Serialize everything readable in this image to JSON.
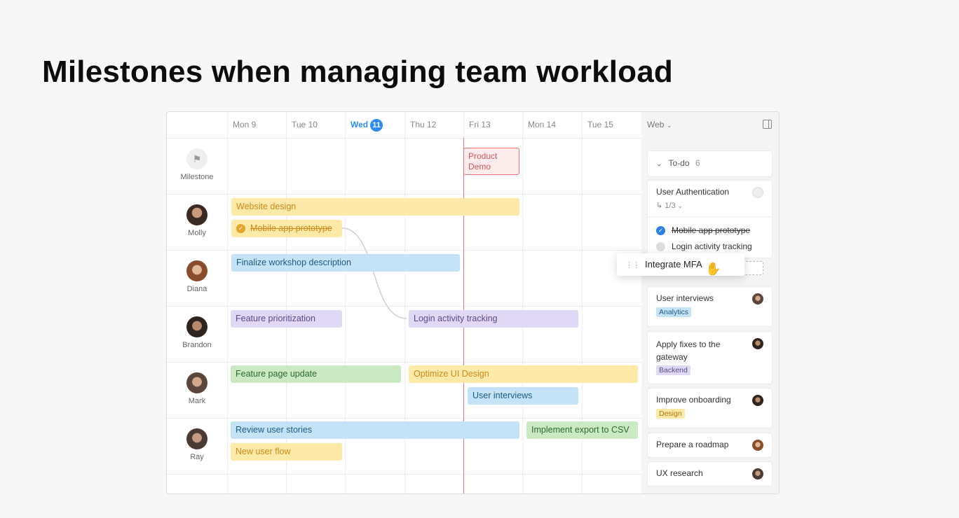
{
  "page_title": "Milestones when managing team workload",
  "timeline": {
    "days": [
      "Mon 9",
      "Tue 10",
      "Wed",
      "Thu 12",
      "Fri 13",
      "Mon 14",
      "Tue 15"
    ],
    "today_day_number": "11",
    "milestone_row_label": "Milestone",
    "milestone_name": "Product Demo",
    "members": [
      "Molly",
      "Diana",
      "Brandon",
      "Mark",
      "Ray"
    ],
    "tasks": {
      "website_design": "Website design",
      "mobile_app_prototype": "Mobile app prototype",
      "finalize_workshop": "Finalize workshop description",
      "feature_prioritization": "Feature prioritization",
      "login_activity_tracking": "Login activity tracking",
      "feature_page_update": "Feature page update",
      "optimize_ui_design": "Optimize UI Design",
      "user_interviews": "User interviews",
      "review_user_stories": "Review user stories",
      "implement_export_csv": "Implement export to CSV",
      "new_user_flow": "New user flow"
    }
  },
  "sidebar": {
    "project": "Web",
    "todo_label": "To-do",
    "todo_count": "6",
    "cards": {
      "user_auth": {
        "title": "User Authentication",
        "subtask_progress": "1/3",
        "subtasks": [
          "Mobile app prototype",
          "Login activity tracking"
        ]
      },
      "user_interviews": {
        "title": "User interviews",
        "tag": "Analytics"
      },
      "apply_fixes": {
        "title": "Apply fixes to the gateway",
        "tag": "Backend"
      },
      "improve_onboarding": {
        "title": "Improve onboarding",
        "tag": "Design"
      },
      "roadmap": {
        "title": "Prepare a roadmap"
      },
      "ux_research": {
        "title": "UX research"
      }
    }
  },
  "dragging_card": "Integrate MFA",
  "colors": {
    "today": "#2e8cf0",
    "milestone": "#e8717a",
    "yellow": "#fdeaa8",
    "blue": "#c5e3f6",
    "purple": "#e0d9f6",
    "green": "#cbe9c3"
  }
}
